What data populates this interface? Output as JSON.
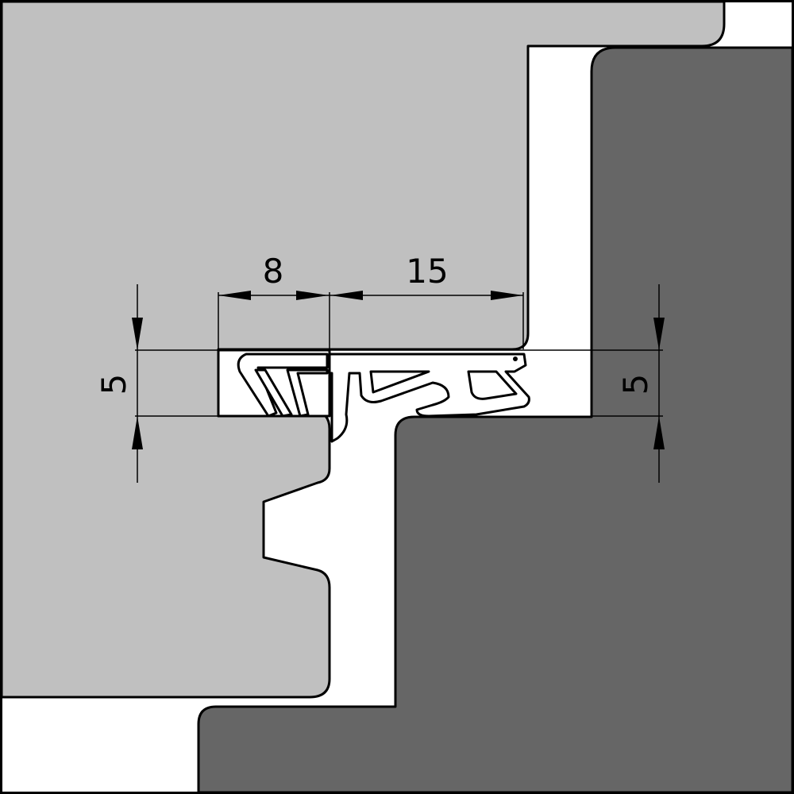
{
  "diagram": {
    "type": "technical cross-section drawing",
    "subject": "door/window frame rebate with extruded gasket seal",
    "colors": {
      "background_white": "#ffffff",
      "frame_light_gray": "#c0c0c0",
      "sash_dark_gray": "#666666",
      "outline_black": "#000000"
    },
    "dimensions": {
      "top_left": {
        "label": "8"
      },
      "top_right": {
        "label": "15"
      },
      "left_vertical": {
        "label": "5"
      },
      "right_vertical": {
        "label": "5"
      }
    }
  }
}
